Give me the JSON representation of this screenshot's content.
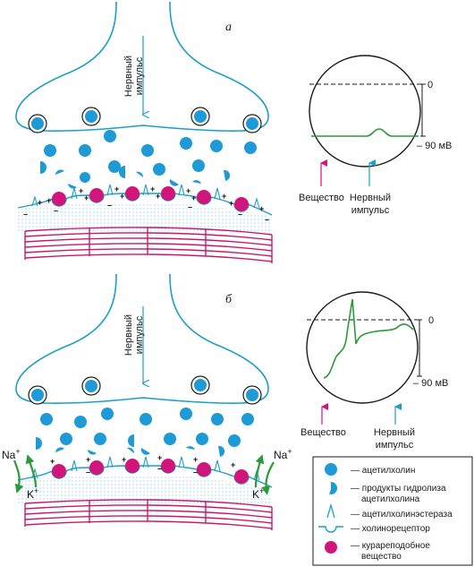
{
  "panels": [
    {
      "letter": "а",
      "impulse_line1": "Нервный",
      "impulse_line2": "импульс"
    },
    {
      "letter": "б",
      "impulse_line1": "Нервный",
      "impulse_line2": "импульс"
    }
  ],
  "graphs": [
    {
      "zero_label": "0",
      "scale_label": "– 90 мВ",
      "substance_label": "Вещество",
      "impulse_line1": "Нервный",
      "impulse_line2": "импульс"
    },
    {
      "zero_label": "0",
      "scale_label": "– 90 мВ",
      "substance_label": "Вещество",
      "impulse_line1": "Нервный",
      "impulse_line2": "импульс"
    }
  ],
  "ions": {
    "na": "Na",
    "k": "K",
    "plus": "+"
  },
  "legend": {
    "items": [
      {
        "line1": "— ацетилхолин",
        "line2": ""
      },
      {
        "line1": "— продукты гидролиза",
        "line2": "ацетилхолина"
      },
      {
        "line1": "— ацетилхолинэстераза",
        "line2": ""
      },
      {
        "line1": "— холинорецептор",
        "line2": ""
      },
      {
        "line1": "— курареподобное",
        "line2": "вещество"
      }
    ]
  },
  "colors": {
    "outline": "#1aa0c8",
    "vesicle": "#1e9ad6",
    "magenta": "#d0167a",
    "green": "#2a9a3a",
    "muscle": "#c8186e",
    "dots": "#6cc3e3"
  }
}
